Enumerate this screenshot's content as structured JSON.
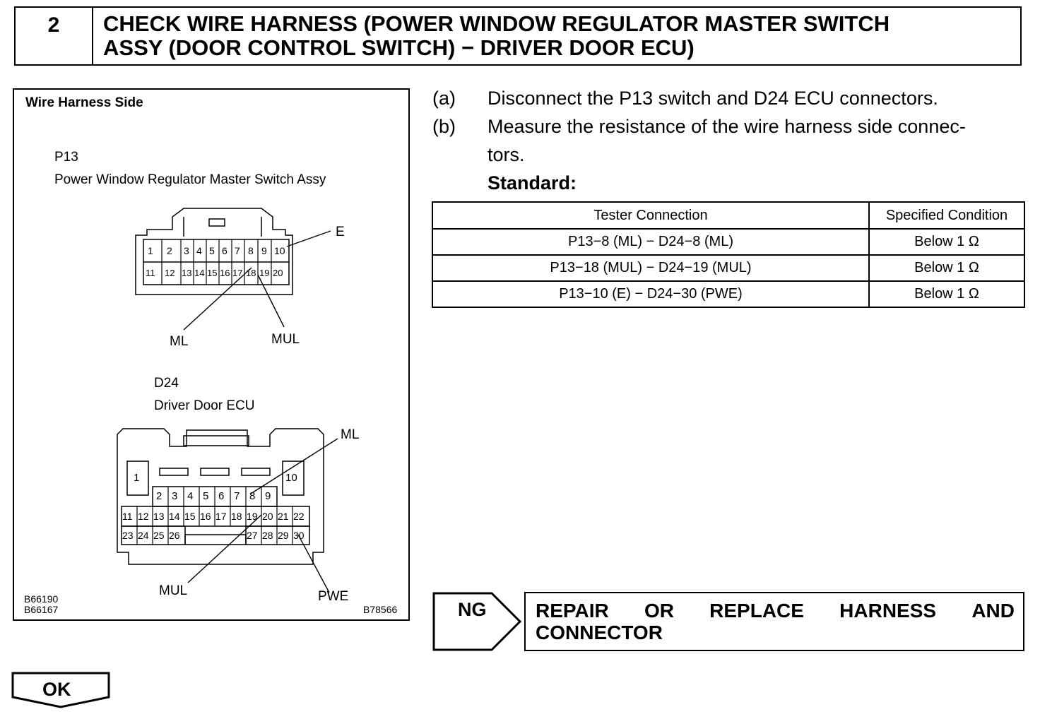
{
  "header": {
    "step_number": "2",
    "title_line1": "CHECK WIRE HARNESS (POWER WINDOW REGULATOR MASTER SWITCH",
    "title_line2": "ASSY (DOOR CONTROL SWITCH) − DRIVER DOOR ECU)"
  },
  "diagram": {
    "heading": "Wire Harness Side",
    "p13": {
      "code": "P13",
      "name": "Power Window Regulator Master Switch Assy",
      "pins_top": [
        "1",
        "2",
        "3",
        "4",
        "5",
        "6",
        "7",
        "8",
        "9",
        "10"
      ],
      "pins_bottom": [
        "11",
        "12",
        "13",
        "14",
        "15",
        "16",
        "17",
        "18",
        "19",
        "20"
      ],
      "labels": {
        "e": "E",
        "ml": "ML",
        "mul": "MUL"
      }
    },
    "d24": {
      "code": "D24",
      "name": "Driver Door ECU",
      "pin_left": "1",
      "pin_right": "10",
      "pins_row1": [
        "2",
        "3",
        "4",
        "5",
        "6",
        "7",
        "8",
        "9"
      ],
      "pins_row2": [
        "11",
        "12",
        "13",
        "14",
        "15",
        "16",
        "17",
        "18",
        "19",
        "20",
        "21",
        "22"
      ],
      "pins_row3_left": [
        "23",
        "24",
        "25",
        "26"
      ],
      "pins_row3_right": [
        "27",
        "28",
        "29",
        "30"
      ],
      "labels": {
        "ml": "ML",
        "mul": "MUL",
        "pwe": "PWE"
      }
    },
    "codes": {
      "left_1": "B66190",
      "left_2": "B66167",
      "right": "B78566"
    }
  },
  "instructions": {
    "a_letter": "(a)",
    "a_text": "Disconnect the P13 switch and D24 ECU connectors.",
    "b_letter": "(b)",
    "b_text_1": "Measure the resistance of the wire harness side connec-",
    "b_text_2": "tors.",
    "standard": "Standard:"
  },
  "spec_table": {
    "headers": [
      "Tester Connection",
      "Specified Condition"
    ],
    "rows": [
      [
        "P13−8 (ML) − D24−8 (ML)",
        "Below 1 Ω"
      ],
      [
        "P13−18 (MUL) − D24−19 (MUL)",
        "Below 1 Ω"
      ],
      [
        "P13−10 (E) − D24−30 (PWE)",
        "Below 1 Ω"
      ]
    ]
  },
  "result_ng": {
    "label": "NG",
    "action_words_line1": [
      "REPAIR",
      "OR",
      "REPLACE",
      "HARNESS",
      "AND"
    ],
    "action_line2": "CONNECTOR"
  },
  "result_ok": {
    "label": "OK"
  }
}
